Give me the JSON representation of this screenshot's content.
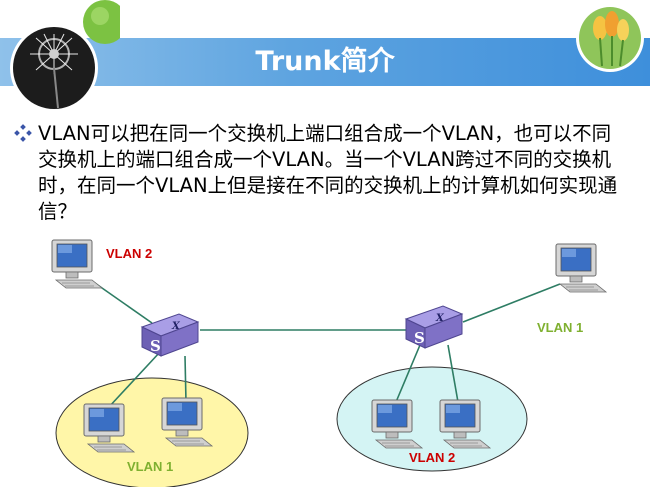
{
  "slide": {
    "title": "Trunk简介",
    "paragraph": "VLAN可以把在同一个交换机上端口组合成一个VLAN，也可以不同交换机上的端口组合成一个VLAN。当一个VLAN跨过不同的交换机时，在同一个VLAN上但是接在不同的交换机上的计算机如何实现通信？"
  },
  "diagram": {
    "labels": {
      "left_top": "VLAN 2",
      "left_group": "VLAN 1",
      "right_top": "VLAN 1",
      "right_group": "VLAN 2"
    },
    "switch_label": "S",
    "switch_top_mark": "X"
  },
  "colors": {
    "title_bar": "#5ea4e0",
    "vlan_label_red": "#cc0000",
    "vlan_label_green": "#7fb030",
    "group_yellow": "#fff6a8",
    "group_cyan": "#d4f4f4",
    "link_green": "#2e7d64",
    "switch_purple": "#7f6ec2"
  }
}
